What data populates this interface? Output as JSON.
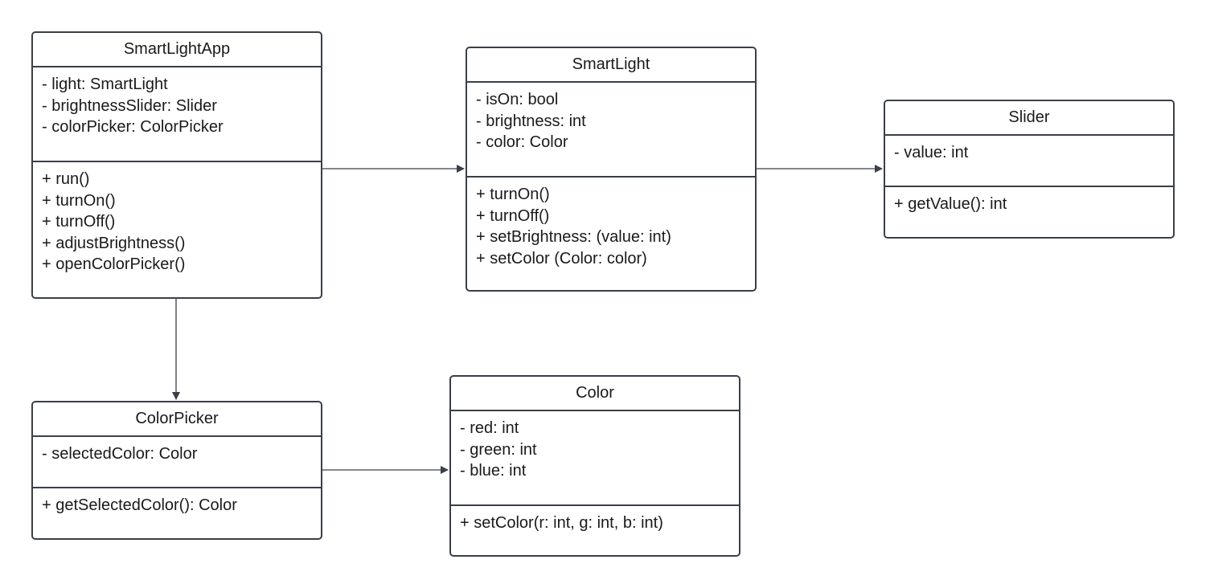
{
  "classes": {
    "smartlightapp": {
      "name": "SmartLightApp",
      "attributes": [
        "- light: SmartLight",
        "- brightnessSlider: Slider",
        "- colorPicker: ColorPicker"
      ],
      "operations": [
        "+ run()",
        "+ turnOn()",
        "+ turnOff()",
        "+ adjustBrightness()",
        "+ openColorPicker()"
      ]
    },
    "smartlight": {
      "name": "SmartLight",
      "attributes": [
        "- isOn: bool",
        "- brightness: int",
        "- color: Color"
      ],
      "operations": [
        "+ turnOn()",
        "+ turnOff()",
        "+ setBrightness: (value: int)",
        "+ setColor (Color: color)"
      ]
    },
    "slider": {
      "name": "Slider",
      "attributes": [
        "- value: int"
      ],
      "operations": [
        "+ getValue(): int"
      ]
    },
    "colorpicker": {
      "name": "ColorPicker",
      "attributes": [
        "- selectedColor: Color"
      ],
      "operations": [
        "+ getSelectedColor(): Color"
      ]
    },
    "color": {
      "name": "Color",
      "attributes": [
        "- red: int",
        "- green: int",
        "- blue: int"
      ],
      "operations": [
        "+ setColor(r: int, g: int, b: int)"
      ]
    }
  },
  "associations": [
    {
      "from": "SmartLightApp",
      "to": "SmartLight"
    },
    {
      "from": "SmartLight",
      "to": "Slider"
    },
    {
      "from": "SmartLightApp",
      "to": "ColorPicker"
    },
    {
      "from": "ColorPicker",
      "to": "Color"
    }
  ],
  "colors": {
    "border": "#3a3f48",
    "text": "#1a1a1a",
    "background": "#ffffff"
  }
}
